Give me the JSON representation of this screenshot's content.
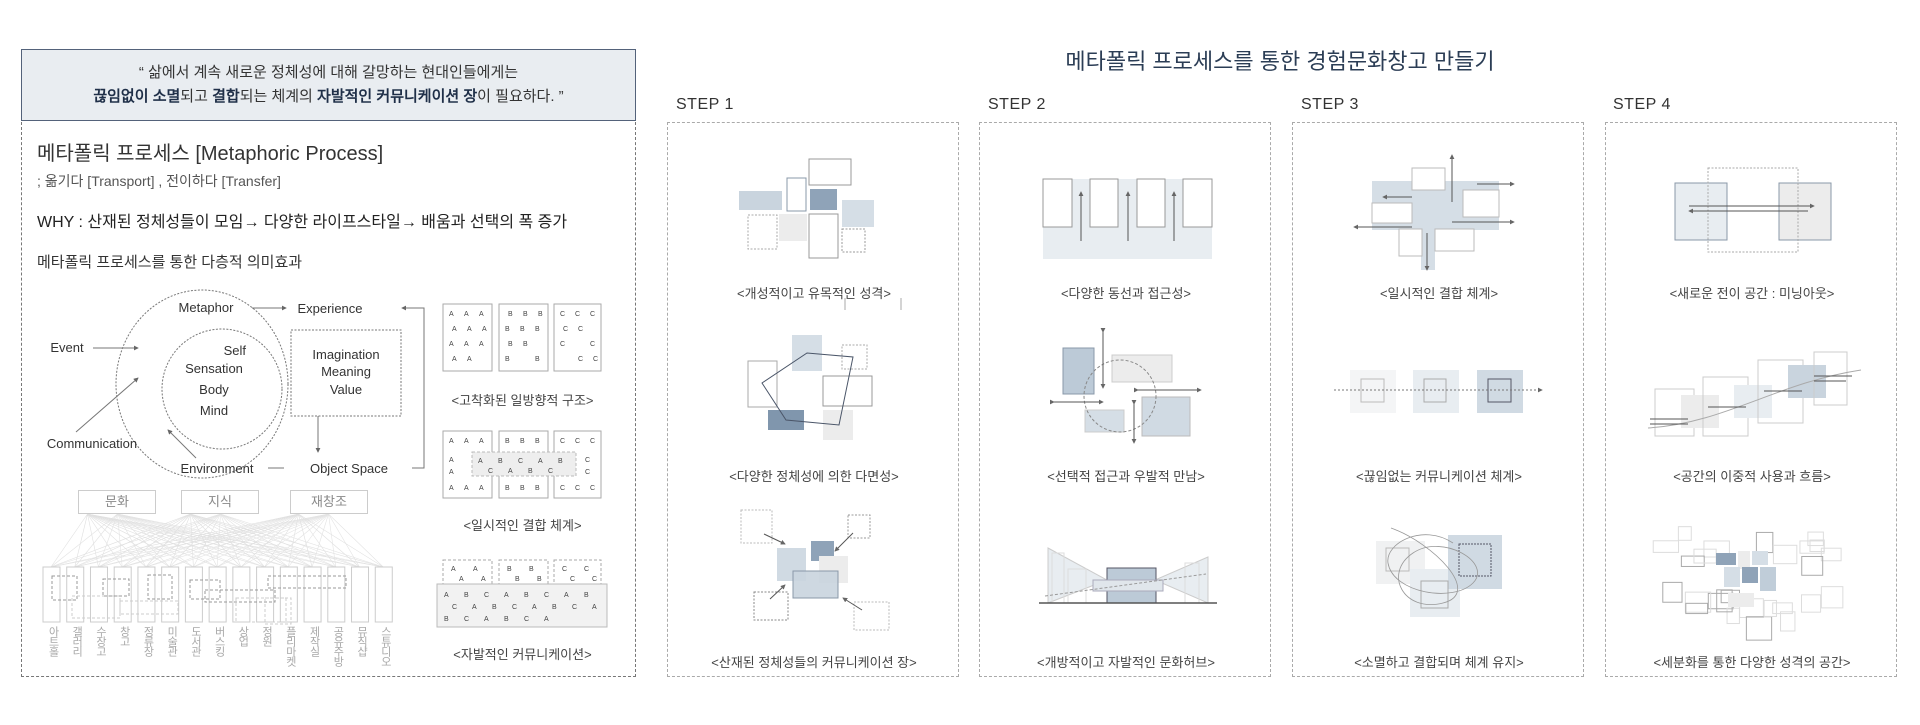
{
  "quote": {
    "line1": "“ 삶에서 계속 새로운 정체성에 대해 갈망하는 현대인들에게는",
    "line2": [
      {
        "text": "끊임없이 소멸",
        "bold": true
      },
      {
        "text": "되고 ",
        "bold": false
      },
      {
        "text": "결합",
        "bold": true
      },
      {
        "text": "되는 체계의 ",
        "bold": false
      },
      {
        "text": "자발적인 커뮤니케이션 장",
        "bold": true
      },
      {
        "text": "이 필요하다. ”",
        "bold": false
      }
    ]
  },
  "left": {
    "title": "메타폴릭 프로세스 [Metaphoric Process]",
    "subtitle": "; 옮기다 [Transport] , 전이하다 [Transfer]",
    "why": "WHY : 산재된 정체성들이 모임→  다양한 라이프스타일→  배움과 선택의 폭 증가",
    "effect_title": "메타폴릭 프로세스를 통한 다층적 의미효과",
    "diagram": {
      "metaphor": "Metaphor",
      "experience": "Experience",
      "event": "Event",
      "self": "Self",
      "sensation": "Sensation",
      "body": "Body",
      "mind": "Mind",
      "imagination": "Imagination",
      "meaning": "Meaning",
      "value": "Value",
      "communication": "Communication",
      "environment": "Environment",
      "object_space": "Object Space"
    },
    "categories": [
      "문화",
      "지식",
      "재창조"
    ],
    "facilities": [
      "아트홀",
      "갤러리",
      "수장고",
      "창고",
      "정류장",
      "미술관",
      "도서관",
      "버스킹",
      "상업",
      "정원",
      "플리마켓",
      "제작실",
      "공유주방",
      "뮤직샵",
      "스튜디오"
    ],
    "pattern_letters": [
      "A",
      "B",
      "C"
    ],
    "small_captions": [
      "<고착화된 일방향적 구조>",
      "<일시적인 결합 체계>",
      "<자발적인 커뮤니케이션>"
    ]
  },
  "main_title": "메타폴릭 프로세스를 통한 경험문화창고 만들기",
  "steps": [
    {
      "label": "STEP 1",
      "captions": [
        "<개성적이고 유목적인 성격>",
        "<다양한 정체성에 의한 다면성>",
        "<산재된 정체성들의 커뮤니케이션 장>"
      ]
    },
    {
      "label": "STEP 2",
      "captions": [
        "<다양한 동선과 접근성>",
        "<선택적 접근과 우발적 만남>",
        "<개방적이고 자발적인 문화허브>"
      ]
    },
    {
      "label": "STEP 3",
      "captions": [
        "<일시적인 결합 체계>",
        "<끊임없는 커뮤니케이션 체계>",
        "<소멸하고 결합되며 체계 유지>"
      ]
    },
    {
      "label": "STEP 4",
      "captions": [
        "<새로운 전이 공간 : 미닝아웃>",
        "<공간의 이중적 사용과 흐름>",
        "<세분화를 통한 다양한 성격의 공간>"
      ]
    }
  ],
  "colors": {
    "accent": "#2b3d55",
    "quote_bg": "#e9edf1",
    "fill_dark": "#8fa3b8",
    "fill_mid": "#c9d4de",
    "fill_light": "#e8edf1",
    "fill_gray": "#ececec"
  }
}
